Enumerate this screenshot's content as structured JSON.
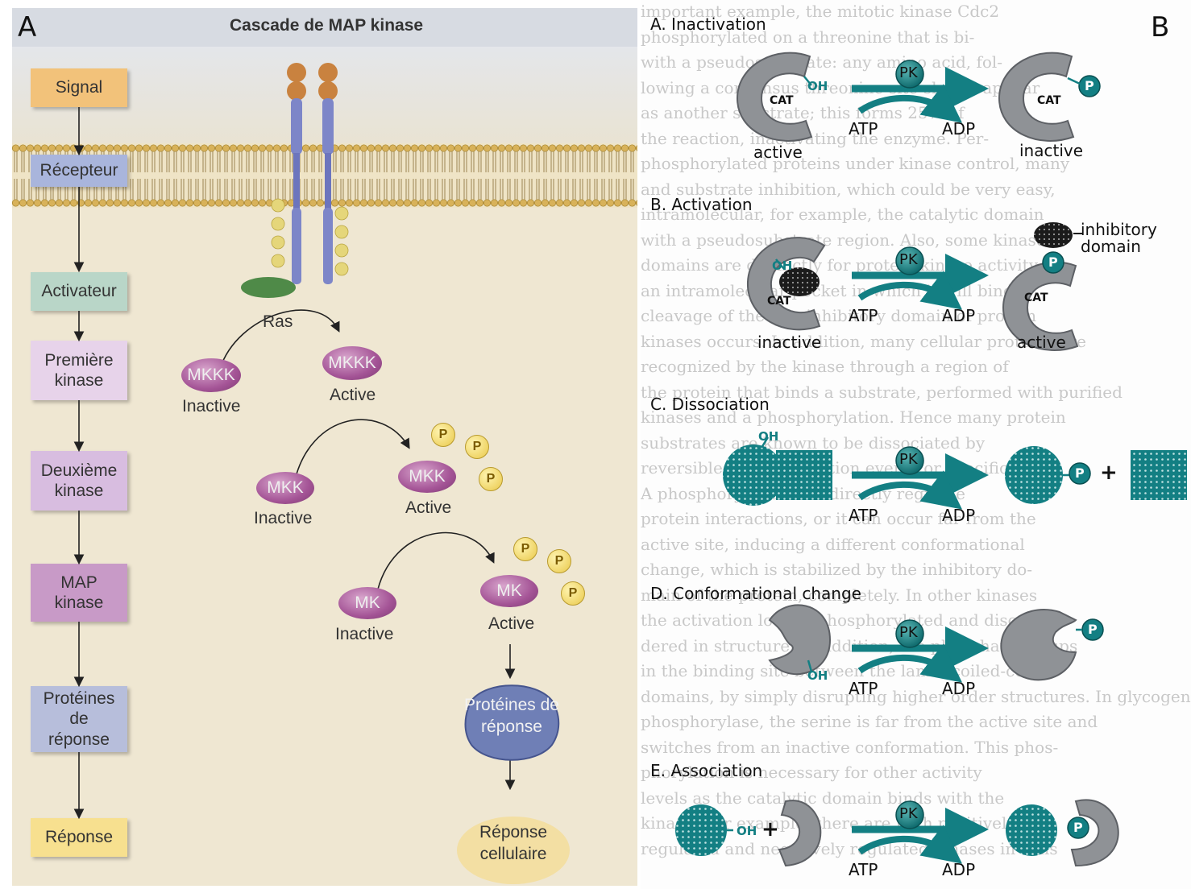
{
  "panel_a": {
    "letter": "A",
    "title": "Cascade de MAP kinase",
    "steps": [
      "Signal",
      "Récepteur",
      "Activateur",
      "Première kinase",
      "Deuxième kinase",
      "MAP kinase",
      "Protéines de réponse",
      "Réponse"
    ],
    "ras": "Ras",
    "mkkk": "MKKK",
    "mkk": "MKK",
    "mk": "MK",
    "inactive": "Inactive",
    "active": "Active",
    "p": "P",
    "proteins": "Protéines de réponse",
    "response": "Réponse cellulaire",
    "colors": {
      "signal": "#f2c27a",
      "recepteur": "#a9b5dc",
      "activateur": "#b9d6c8",
      "premiere": "#e7d3ea",
      "deuxieme": "#d8bde0",
      "map": "#c89ac7",
      "proteines": "#b7bedb",
      "reponse": "#f7e08f"
    }
  },
  "panel_b": {
    "letter": "B",
    "sections": [
      "A. Inactivation",
      "B. Activation",
      "C. Dissociation",
      "D. Conformational change",
      "E. Association"
    ],
    "cat": "CAT",
    "oh": "OH",
    "p": "P",
    "pk": "PK",
    "atp": "ATP",
    "adp": "ADP",
    "plus": "+",
    "active": "active",
    "inactive": "inactive",
    "inhibitory_domain": "inhibitory domain",
    "colors": {
      "teal": "#137f83",
      "grey": "#8f9296"
    },
    "background_text": [
      "important example, the mitotic kinase Cdc2",
      "phosphorylated on a threonine that is bi-",
      "with a pseudosubstrate: any amino acid, fol-",
      "lowing a consensus threonine site should appear",
      "as another substrate; this forms 25% of",
      "the reaction, inactivating the enzyme. Per-",
      "phosphorylated proteins under kinase control, many",
      "and substrate inhibition, which could be very easy,",
      "intramolecular, for example, the catalytic domain",
      "with a pseudosubstrate region. Also, some kinase",
      "domains are distinctly for protein kinase activity",
      "an intramolecular pocket in which it will bind",
      "cleavage of the autoinhibitory domain of protein",
      "kinases occurs. In addition, many cellular proteins are",
      "recognized by the kinase through a region of",
      "the protein that binds a substrate, performed with purified",
      "kinases and a phosphorylation. Hence many protein",
      "substrates are known to be dissociated by",
      "reversible phosphorylation events or specific",
      "A phosphorylation can directly regulate",
      "protein interactions, or it can occur far from the",
      "active site, inducing a different conformational",
      "change, which is stabilized by the inhibitory do-",
      "main of the protein, completely. In other kinases",
      "the activation loop is phosphorylated and disor-",
      "dered in structure. In addition, the phosphate groups",
      "in the binding site between the lamin coiled-coil",
      "domains, by simply disrupting higher order structures. In glycogen",
      "phosphorylase, the serine is far from the active site and",
      "switches from an inactive conformation. This phos-",
      "phorylation is necessary for other activity",
      "levels as the catalytic domain binds with the",
      "kinase. For example, there are both positively",
      "regulated and negatively regulated kinases in cells"
    ]
  }
}
